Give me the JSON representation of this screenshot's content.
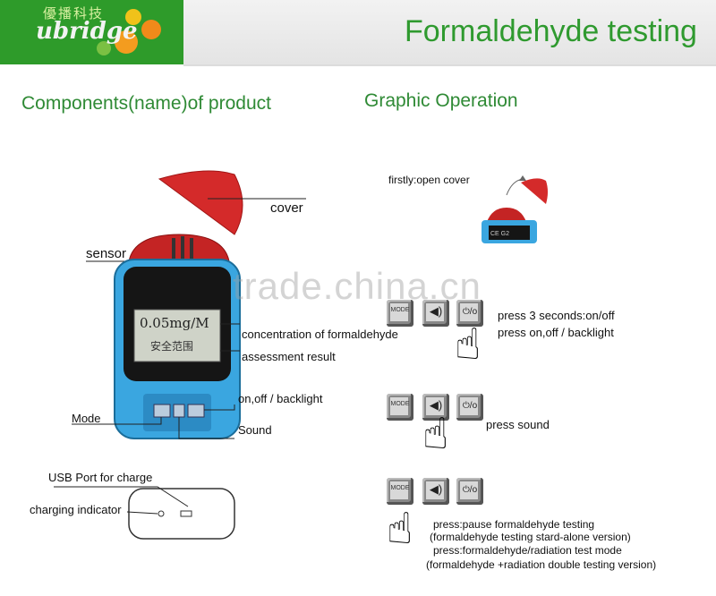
{
  "header": {
    "logo_cn": "優播科技",
    "logo_en": "ubridge",
    "title": "Formaldehyde testing"
  },
  "left": {
    "section_title": "Components(name)of product",
    "labels": {
      "cover": "cover",
      "sensor": "sensor",
      "concentration": "concentration of formaldehyde",
      "assessment": "assessment result",
      "power": "on,off / backlight",
      "mode": "Mode",
      "sound": "Sound",
      "usb": "USB Port for charge",
      "charging": "charging indicator"
    },
    "display": {
      "reading": "0.05mg/M",
      "status": "安全范围"
    }
  },
  "right": {
    "section_title": "Graphic Operation",
    "step1": "firstly:open cover",
    "device_code": "CE G2",
    "step2_line1": "press 3 seconds:on/off",
    "step2_line2": "press on,off / backlight",
    "step3": "press sound",
    "step4_line1": "press:pause formaldehyde testing",
    "step4_line2": "(formaldehyde testing stard-alone version)",
    "step4_line3": "press:formaldehyde/radiation test mode",
    "step4_line4": "(formaldehyde +radiation double testing version)"
  },
  "buttons": {
    "mode": "MODE",
    "sound_icon": "speaker-icon",
    "power_icon": "power-icon",
    "sound_glyph": "◀)",
    "power_glyph": "⏻/o",
    "hand_icon": "pointing-hand-icon",
    "hand_glyph": "☝"
  },
  "watermark": "trade.china.cn",
  "colors": {
    "brand_green": "#2e9b2a",
    "title_green": "#2f9a2f",
    "device_blue": "#3aa6e0",
    "cover_red": "#d42a2a"
  }
}
